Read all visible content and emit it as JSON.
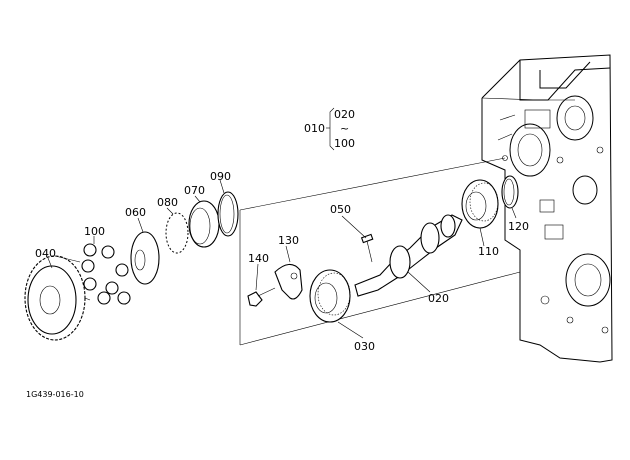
{
  "callouts": {
    "p010": "010",
    "p020_range_start": "020",
    "p020_range_tilde": "~",
    "p020_range_end": "100",
    "p020": "020",
    "p030": "030",
    "p040": "040",
    "p050": "050",
    "p060": "060",
    "p070": "070",
    "p080": "080",
    "p090": "090",
    "p100": "100",
    "p110": "110",
    "p120": "120",
    "p130": "130",
    "p140": "140"
  },
  "figure_code": "1G439-016-10"
}
